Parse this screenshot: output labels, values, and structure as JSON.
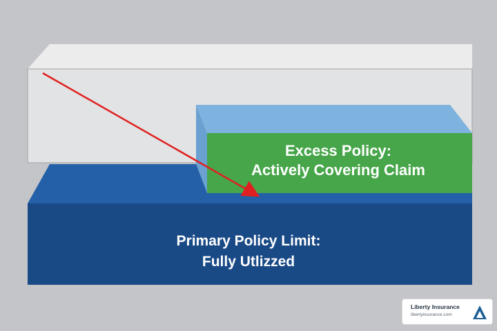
{
  "excess": {
    "line1": "Excess Policy:",
    "line2": "Actively Covering Claim"
  },
  "primary": {
    "line1": "Primary Policy Limit:",
    "line2": "Fully Utlizzed"
  },
  "logo": {
    "name": "Liberty Insurance",
    "url": "libertyinsurance.com"
  },
  "colors": {
    "background": "#c4c5c8",
    "empty_block": "#e2e3e4",
    "excess_top": "#7fb3df",
    "excess_front": "#47a64a",
    "primary_top": "#2360a8",
    "primary_front": "#1a4a86",
    "arrow": "#e02020",
    "logo_mark": "#1f5f96"
  }
}
